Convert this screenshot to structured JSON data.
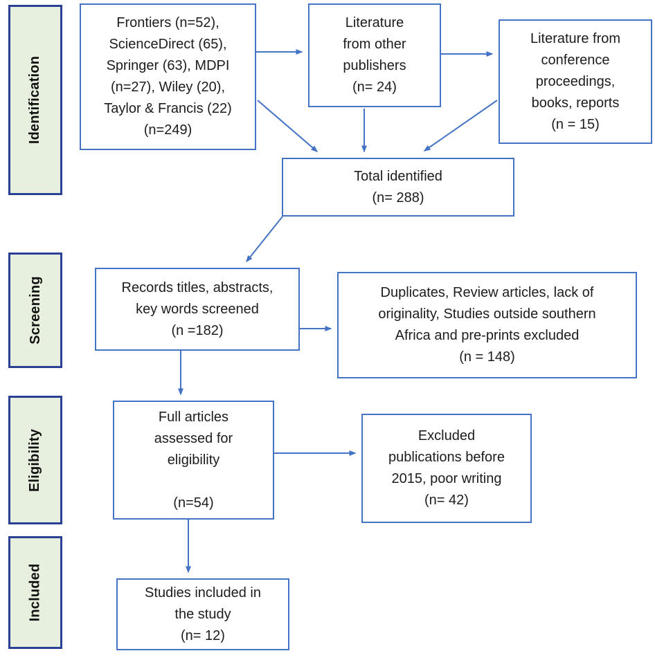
{
  "figure": {
    "kind": "literature-selection-flow-diagram",
    "colors": {
      "flow_box_border": "#4472C4",
      "arrow": "#4472C4",
      "stage_fill": "#E7F0DE",
      "stage_border": "#2B3F93",
      "text": "#1C1C1C"
    },
    "stages": [
      {
        "label": "Identification"
      },
      {
        "label": "Screening"
      },
      {
        "label": "Eligibility"
      },
      {
        "label": "Included"
      }
    ],
    "boxes": {
      "sources": {
        "text": "Frontiers (n=52),\nScienceDirect (65),\nSpringer (63), MDPI\n(n=27), Wiley (20),\nTaylor & Francis (22)\n(n=249)"
      },
      "other_publishers": {
        "text": "Literature\nfrom other\npublishers\n(n= 24)"
      },
      "conference": {
        "text": "Literature from\nconference\nproceedings,\nbooks, reports\n(n = 15)"
      },
      "total_identified": {
        "text": "Total identified\n(n= 288)"
      },
      "records_screened": {
        "text": "Records titles, abstracts,\nkey words screened\n(n =182)"
      },
      "screening_excluded": {
        "text": "Duplicates, Review articles, lack of\noriginality, Studies outside southern\nAfrica and pre-prints excluded\n(n = 148)"
      },
      "full_articles": {
        "text": "Full articles\nassessed for\neligibility\n\n(n=54)"
      },
      "eligibility_excluded": {
        "text": "Excluded\npublications before\n2015, poor writing\n(n= 42)"
      },
      "studies_included": {
        "text": "Studies included in\nthe study\n(n= 12)"
      }
    }
  }
}
